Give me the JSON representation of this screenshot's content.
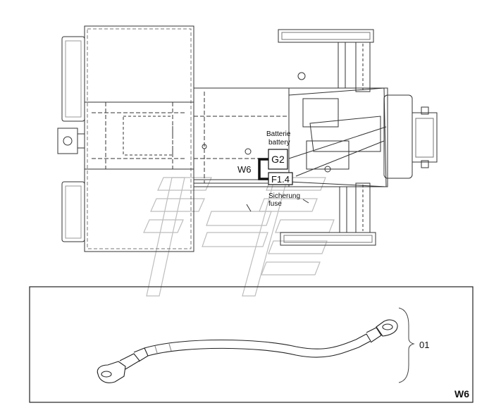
{
  "labels": {
    "battery_de": "Batterie",
    "battery_en": "battery",
    "battery_id": "G2",
    "fuse_id": "F1.4",
    "fuse_de": "Sicherung",
    "fuse_en": "fuse",
    "cable_id": "W6",
    "part_number": "01",
    "detail_tag": "W6"
  }
}
